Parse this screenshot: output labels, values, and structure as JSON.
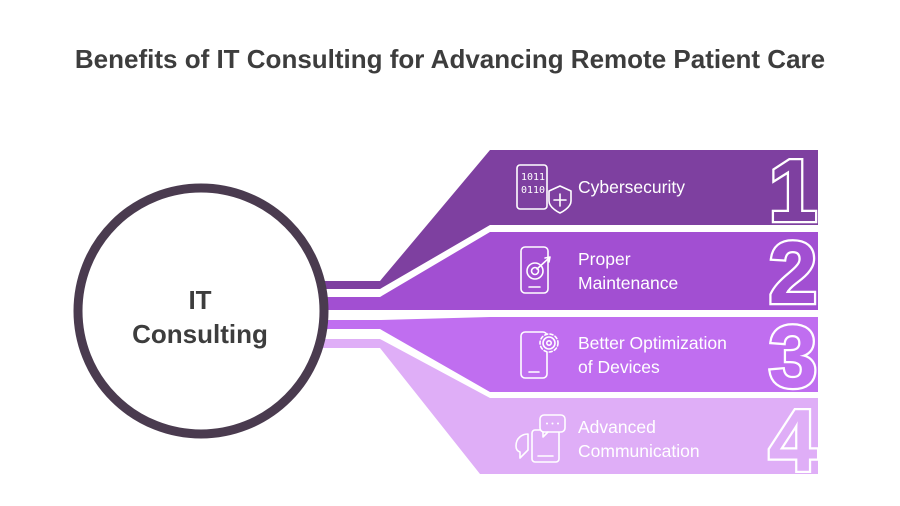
{
  "title": "Benefits of IT Consulting for Advancing Remote Patient Care",
  "hub": {
    "line1": "IT",
    "line2": "Consulting"
  },
  "items": [
    {
      "number": "1",
      "line1": "Cybersecurity",
      "line2": "",
      "icon": "shield-binary-icon",
      "color": "#7e40a0"
    },
    {
      "number": "2",
      "line1": "Proper",
      "line2": "Maintenance",
      "icon": "phone-target-icon",
      "color": "#a24fd2"
    },
    {
      "number": "3",
      "line1": "Better Optimization",
      "line2": "of Devices",
      "icon": "phone-gear-icon",
      "color": "#c06ef0"
    },
    {
      "number": "4",
      "line1": "Advanced",
      "line2": "Communication",
      "icon": "chat-devices-icon",
      "color": "#dfaef7"
    }
  ],
  "colors": {
    "hub_ring": "#4a3b4f",
    "text_dark": "#3d3d3d"
  }
}
